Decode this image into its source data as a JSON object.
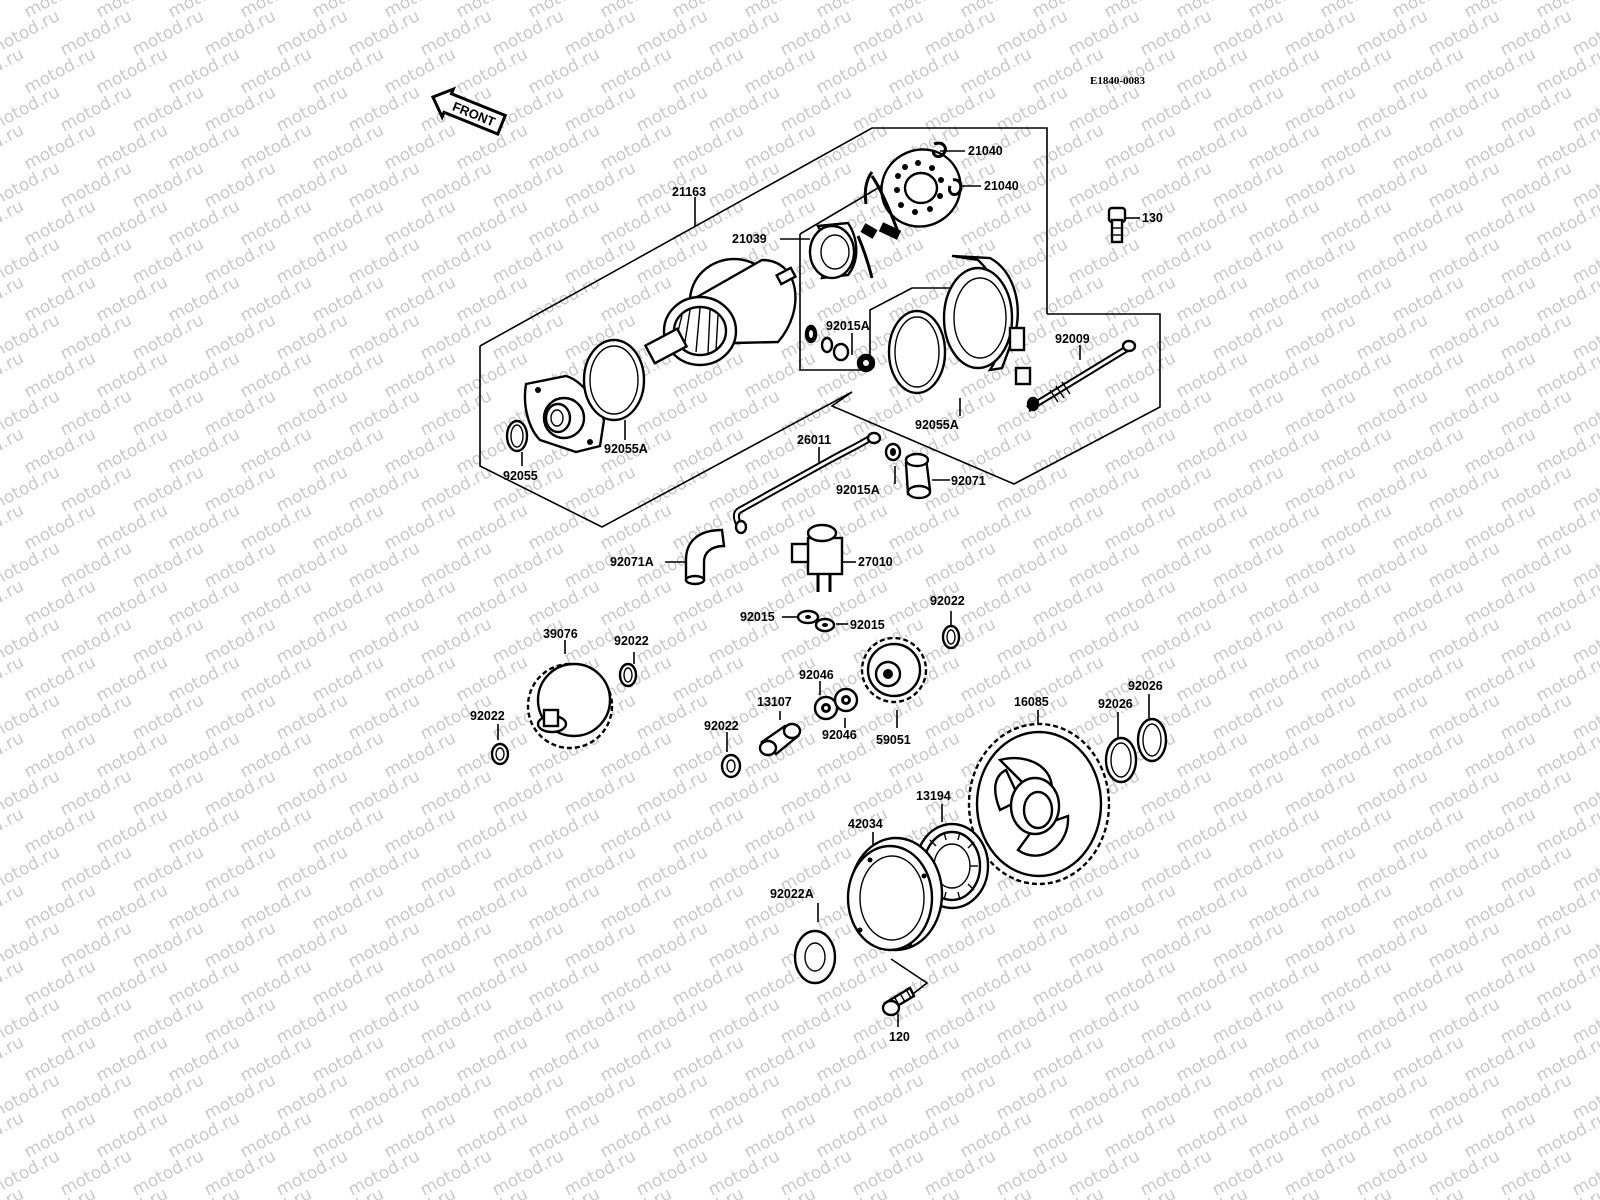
{
  "diagram": {
    "code": "E1840-0083",
    "front_label": "FRONT",
    "watermark": "motod.ru",
    "part_labels": {
      "p21163": "21163",
      "p21040a": "21040",
      "p21040b": "21040",
      "p130": "130",
      "p21039": "21039",
      "p92015A_top": "92015A",
      "p92009": "92009",
      "p92055A_right": "92055A",
      "p92055A_left": "92055A",
      "p92055": "92055",
      "p26011": "26011",
      "p92015A_mid": "92015A",
      "p92071": "92071",
      "p92071A": "92071A",
      "p27010": "27010",
      "p92015_a": "92015",
      "p92015_b": "92015",
      "p92022_r": "92022",
      "p39076": "39076",
      "p92022_g": "92022",
      "p92046_a": "92046",
      "p13107": "13107",
      "p92022_l": "92022",
      "p92046_b": "92046",
      "p59051": "59051",
      "p92022_p": "92022",
      "p16085": "16085",
      "p92026_a": "92026",
      "p92026_b": "92026",
      "p13194": "13194",
      "p42034": "42034",
      "p92022A": "92022A",
      "p120": "120"
    }
  }
}
